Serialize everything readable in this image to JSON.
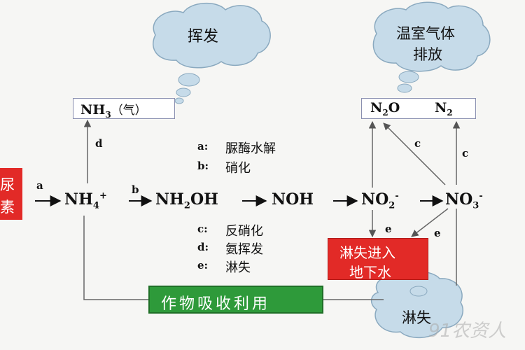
{
  "clouds": {
    "volatilize": "挥发",
    "greenhouse_line1": "温室气体",
    "greenhouse_line2": "排放",
    "leach": "淋失"
  },
  "boxes": {
    "nh3": {
      "main": "NH",
      "sub": "3",
      "rest": "（气）"
    },
    "n2o": {
      "main": "N",
      "sub": "2",
      "rest": "O"
    },
    "n2": {
      "main": "N",
      "sub": "2"
    },
    "source_line1": "尿",
    "source_line2": "素",
    "leach_box_line1": "淋失进入",
    "leach_box_line2": "地下水",
    "crop_absorb": "作物吸收利用"
  },
  "species": {
    "nh4": {
      "main": "NH",
      "sub": "4",
      "sup": "+"
    },
    "nh2oh": {
      "pre": "NH",
      "sub": "2",
      "post": "OH"
    },
    "noh": "NOH",
    "no2": {
      "main": "NO",
      "sub": "2",
      "sup": "-"
    },
    "no3": {
      "main": "NO",
      "sub": "3",
      "sup": "-"
    }
  },
  "arrow_labels": {
    "a": "a",
    "b": "b",
    "c_left": "c",
    "c_right": "c",
    "d": "d",
    "e_left": "e",
    "e_right": "e"
  },
  "legend_top": [
    {
      "key": "a:",
      "text": "脲酶水解"
    },
    {
      "key": "b:",
      "text": "硝化"
    }
  ],
  "legend_bottom": [
    {
      "key": "c:",
      "text": "反硝化"
    },
    {
      "key": "d:",
      "text": "氨挥发"
    },
    {
      "key": "e:",
      "text": "淋失"
    }
  ],
  "watermark": "91农资人",
  "colors": {
    "cloud_fill": "#c6dbe9",
    "red_box": "#e22a27",
    "green_box": "#2e9a3a",
    "top_box_fill": "#ffffff",
    "line": "#666666"
  }
}
